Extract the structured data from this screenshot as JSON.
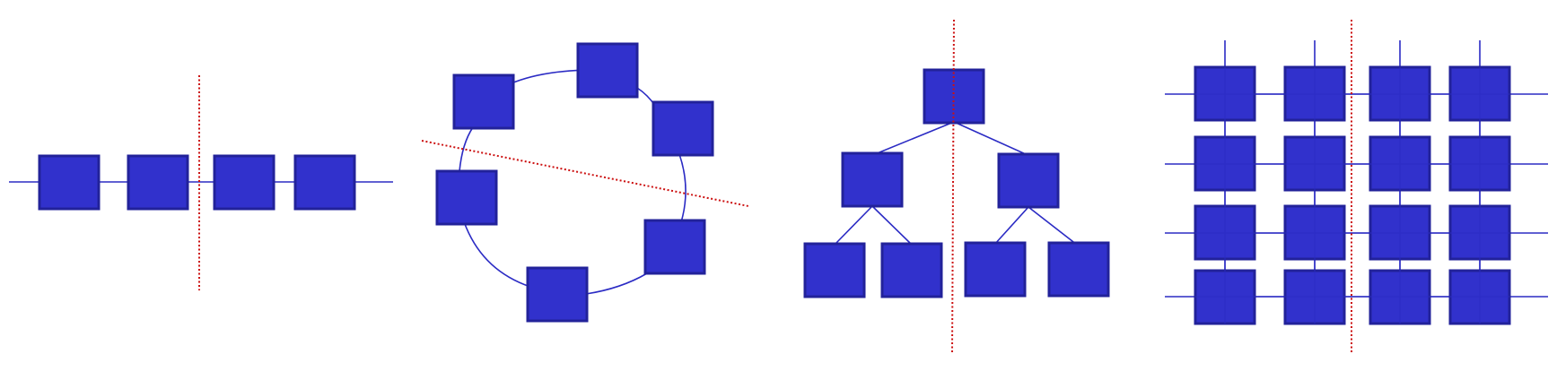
{
  "colors": {
    "background": "#ffffff",
    "node_fill": "#3131cc",
    "node_stroke": "#22229a",
    "link": "#2b2bc4",
    "cut_line": "#cc1111"
  },
  "diagrams": [
    {
      "topology": "linear-array",
      "nodes": 4,
      "has_cut_line": true
    },
    {
      "topology": "ring",
      "nodes": 6,
      "has_cut_line": true
    },
    {
      "topology": "binary-tree",
      "nodes": 7,
      "has_cut_line": true
    },
    {
      "topology": "2d-mesh",
      "rows": 4,
      "cols": 4,
      "has_cut_line": true
    }
  ]
}
